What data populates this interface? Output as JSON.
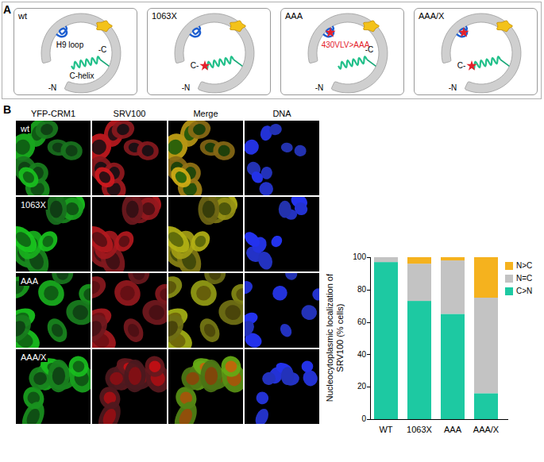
{
  "diagram": {
    "nodes": [
      {
        "text": [
          "wt",
          "H9 loop",
          "-C",
          "C-helix",
          "-N"
        ]
      },
      {
        "text": [
          "1063X",
          "C-",
          "-N"
        ]
      },
      {
        "text": [
          "AAA",
          "430VLV>AAA",
          "-C",
          "-N"
        ]
      },
      {
        "text": [
          "AAA/X",
          "C-",
          "-N"
        ]
      }
    ],
    "labels": [
      "A",
      "B",
      "YFP-CRM1",
      "SRV100",
      "Merge",
      "DNA",
      "wt",
      "1063X",
      "AAA",
      "AAA/X",
      "Nucleocytoplasmic localization of SRV100 (% cells)",
      "0",
      "20",
      "40",
      "60",
      "80",
      "100",
      "WT",
      "1063X",
      "AAA",
      "AAA/X"
    ],
    "legend": [
      {
        "text": "N>C",
        "color": "#f5b21e"
      },
      {
        "text": "N=C",
        "color": "#c3c3c3"
      },
      {
        "text": "C>N",
        "color": "#1dc9a2"
      }
    ]
  }
}
